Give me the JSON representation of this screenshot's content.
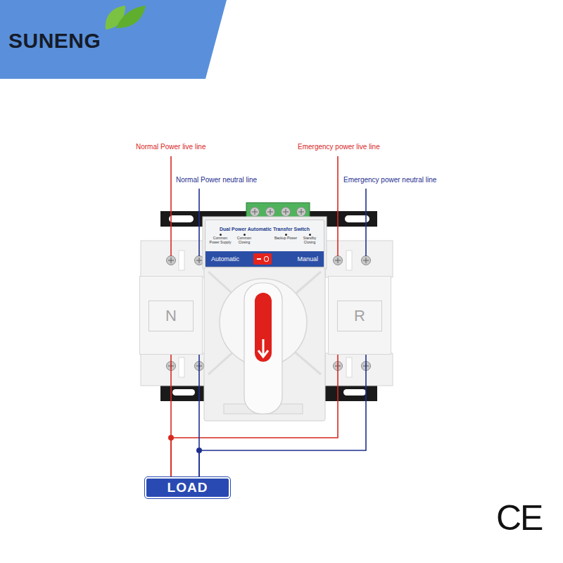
{
  "diagram": {
    "nodes": [
      {
        "text": [
          "Dual Power Automatic Transfer Switch",
          "Common Power Supply",
          "Common Closing",
          "Backup Power",
          "Standby Closing"
        ]
      },
      {
        "text": [
          "Automatic",
          "Manual"
        ],
        "in": 0
      },
      {
        "text": [
          "N"
        ]
      },
      {
        "text": [
          "R"
        ]
      },
      {
        "text": [
          "LOAD"
        ]
      }
    ],
    "edges": [
      {
        "from": 2,
        "to": 4,
        "arrow": "none"
      },
      {
        "from": 3,
        "to": 4,
        "arrow": "none"
      },
      {
        "from": 2,
        "to": 4,
        "arrow": "none"
      },
      {
        "from": 3,
        "to": 4,
        "arrow": "none"
      }
    ],
    "labels": [
      "SUNENG",
      "Normal Power live line",
      "Normal Power neutral line",
      "Emergency power live line",
      "Emergency power neutral line",
      "CE"
    ]
  }
}
